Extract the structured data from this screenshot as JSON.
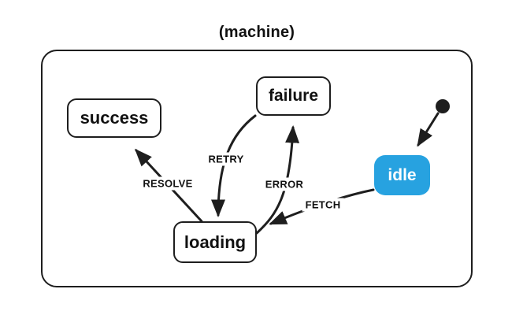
{
  "title": "(machine)",
  "machine": {
    "initial": "idle",
    "states": [
      {
        "name": "success",
        "active": false
      },
      {
        "name": "failure",
        "active": false
      },
      {
        "name": "loading",
        "active": false
      },
      {
        "name": "idle",
        "active": true
      }
    ],
    "transitions": [
      {
        "event": "RESOLVE",
        "from": "loading",
        "to": "success"
      },
      {
        "event": "RETRY",
        "from": "failure",
        "to": "loading"
      },
      {
        "event": "ERROR",
        "from": "loading",
        "to": "failure"
      },
      {
        "event": "FETCH",
        "from": "idle",
        "to": "loading"
      }
    ]
  },
  "colors": {
    "active_state_bg": "#27A2E0",
    "active_state_text": "#ffffff",
    "stroke": "#1e1e1e"
  }
}
